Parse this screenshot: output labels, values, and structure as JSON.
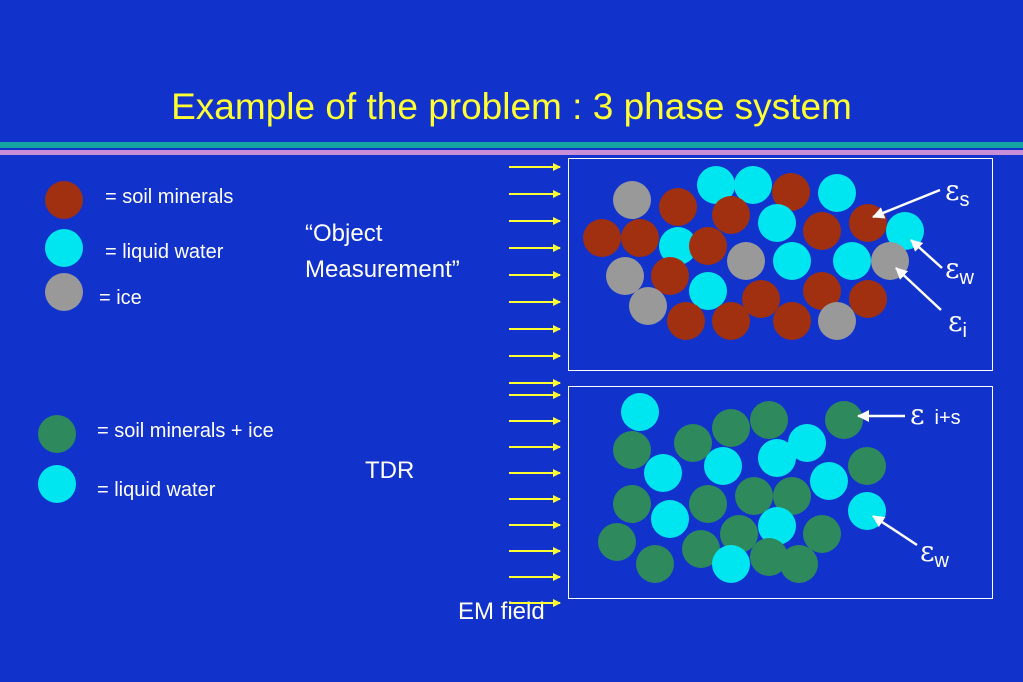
{
  "slide": {
    "title": "Example of the problem : 3 phase system",
    "colors": {
      "background": "#1133cc",
      "title": "#ffff33",
      "soil_minerals": "#a0300f",
      "liquid_water": "#00e6f0",
      "ice": "#999999",
      "soil_minerals_ice": "#2e8a5c",
      "arrow": "#ffff33"
    }
  },
  "legend_top": {
    "soil_minerals": "= soil minerals",
    "liquid_water": "= liquid water",
    "ice": "= ice"
  },
  "legend_bottom": {
    "soil_minerals_ice": "= soil minerals + ice",
    "liquid_water": "= liquid water"
  },
  "labels": {
    "object_measurement_line1": "“Object",
    "object_measurement_line2": "Measurement”",
    "tdr": "TDR",
    "em_field": "EM field"
  },
  "epsilon": {
    "symbol": "ε",
    "soil": "s",
    "water": "w",
    "ice": "i",
    "ice_soil": "i+s"
  }
}
